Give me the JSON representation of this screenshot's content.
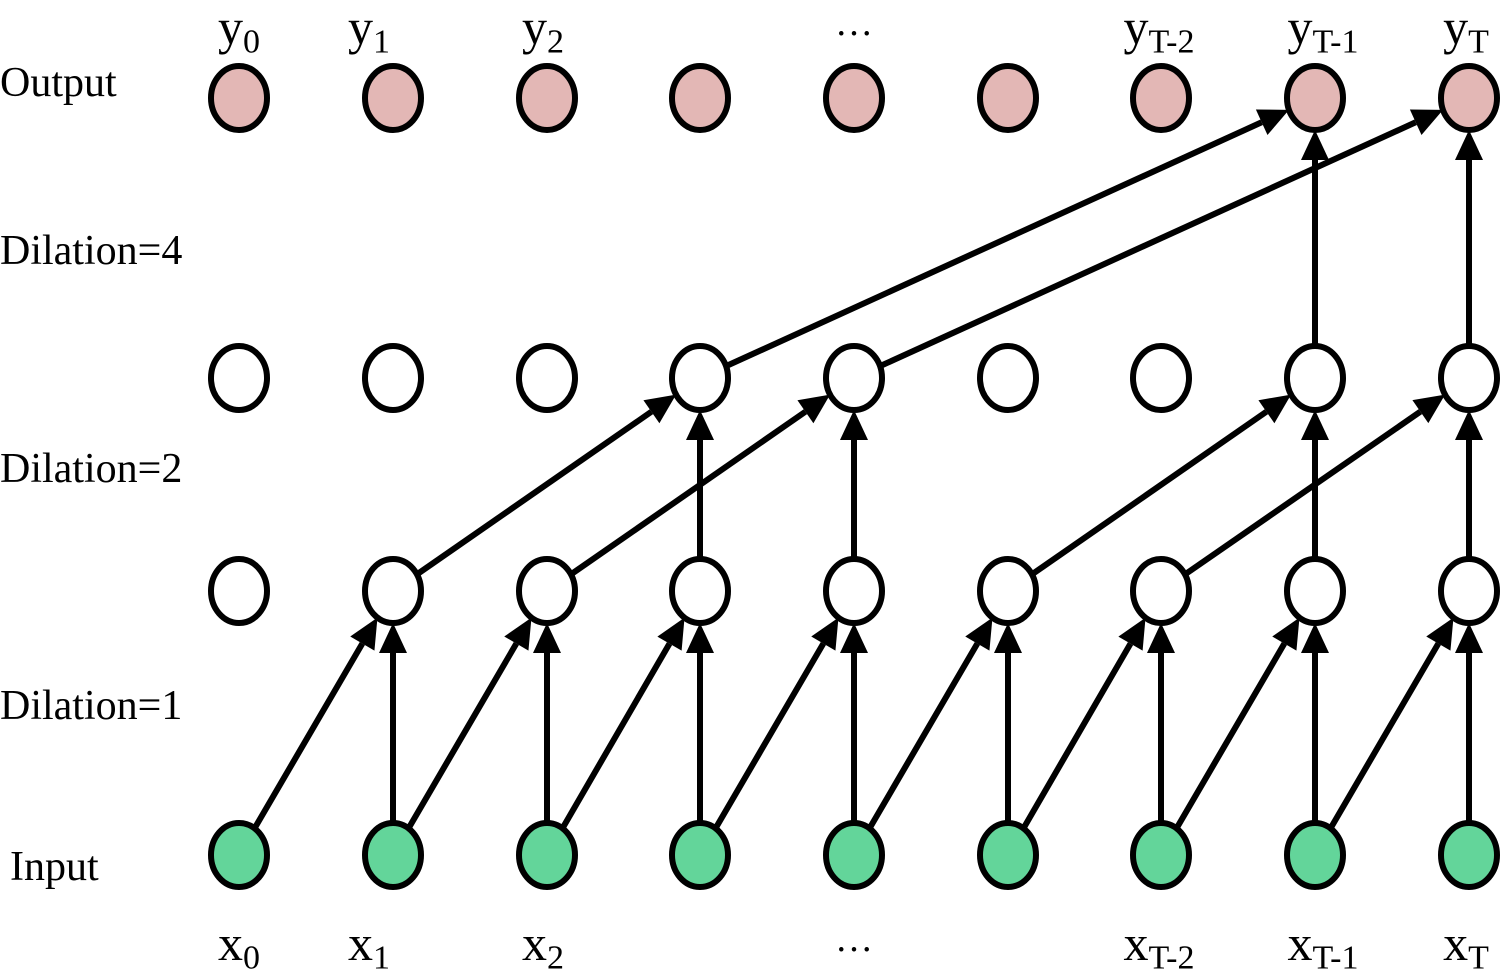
{
  "row_labels": {
    "output": "Output",
    "dilation4": "Dilation=4",
    "dilation2": "Dilation=2",
    "dilation1": "Dilation=1",
    "input": "Input"
  },
  "output_labels": [
    {
      "base": "y",
      "sub": "0"
    },
    {
      "base": "y",
      "sub": "1"
    },
    {
      "base": "y",
      "sub": "2"
    },
    {
      "base": "…",
      "sub": ""
    },
    {
      "base": "y",
      "sub": "T-2"
    },
    {
      "base": "y",
      "sub": "T-1"
    },
    {
      "base": "y",
      "sub": "T"
    }
  ],
  "input_labels": [
    {
      "base": "x",
      "sub": "0"
    },
    {
      "base": "x",
      "sub": "1"
    },
    {
      "base": "x",
      "sub": "2"
    },
    {
      "base": "…",
      "sub": ""
    },
    {
      "base": "x",
      "sub": "T-2"
    },
    {
      "base": "x",
      "sub": "T-1"
    },
    {
      "base": "x",
      "sub": "T"
    }
  ],
  "colors": {
    "output_fill": "#e3b7b5",
    "input_fill": "#63d59a",
    "hidden_fill": "#ffffff",
    "stroke": "#000000"
  },
  "diagram": {
    "columns": 9,
    "layers": [
      {
        "name": "input",
        "fill_key": "input_fill"
      },
      {
        "name": "hidden1",
        "fill_key": "hidden_fill",
        "dilation": 1
      },
      {
        "name": "hidden2",
        "fill_key": "hidden_fill",
        "dilation": 2
      },
      {
        "name": "output",
        "fill_key": "output_fill",
        "dilation": 4
      }
    ],
    "edges": [
      {
        "from": [
          0,
          0
        ],
        "to": [
          1,
          1
        ]
      },
      {
        "from": [
          0,
          1
        ],
        "to": [
          1,
          1
        ]
      },
      {
        "from": [
          0,
          1
        ],
        "to": [
          1,
          2
        ]
      },
      {
        "from": [
          0,
          2
        ],
        "to": [
          1,
          2
        ]
      },
      {
        "from": [
          0,
          2
        ],
        "to": [
          1,
          3
        ]
      },
      {
        "from": [
          0,
          3
        ],
        "to": [
          1,
          3
        ]
      },
      {
        "from": [
          0,
          3
        ],
        "to": [
          1,
          4
        ]
      },
      {
        "from": [
          0,
          4
        ],
        "to": [
          1,
          4
        ]
      },
      {
        "from": [
          0,
          4
        ],
        "to": [
          1,
          5
        ]
      },
      {
        "from": [
          0,
          5
        ],
        "to": [
          1,
          5
        ]
      },
      {
        "from": [
          0,
          5
        ],
        "to": [
          1,
          6
        ]
      },
      {
        "from": [
          0,
          6
        ],
        "to": [
          1,
          6
        ]
      },
      {
        "from": [
          0,
          6
        ],
        "to": [
          1,
          7
        ]
      },
      {
        "from": [
          0,
          7
        ],
        "to": [
          1,
          7
        ]
      },
      {
        "from": [
          0,
          7
        ],
        "to": [
          1,
          8
        ]
      },
      {
        "from": [
          0,
          8
        ],
        "to": [
          1,
          8
        ]
      },
      {
        "from": [
          1,
          1
        ],
        "to": [
          2,
          3
        ]
      },
      {
        "from": [
          1,
          3
        ],
        "to": [
          2,
          3
        ]
      },
      {
        "from": [
          1,
          2
        ],
        "to": [
          2,
          4
        ]
      },
      {
        "from": [
          1,
          4
        ],
        "to": [
          2,
          4
        ]
      },
      {
        "from": [
          1,
          5
        ],
        "to": [
          2,
          7
        ]
      },
      {
        "from": [
          1,
          7
        ],
        "to": [
          2,
          7
        ]
      },
      {
        "from": [
          1,
          6
        ],
        "to": [
          2,
          8
        ]
      },
      {
        "from": [
          1,
          8
        ],
        "to": [
          2,
          8
        ]
      },
      {
        "from": [
          2,
          3
        ],
        "to": [
          3,
          7
        ]
      },
      {
        "from": [
          2,
          7
        ],
        "to": [
          3,
          7
        ]
      },
      {
        "from": [
          2,
          4
        ],
        "to": [
          3,
          8
        ]
      },
      {
        "from": [
          2,
          8
        ],
        "to": [
          3,
          8
        ]
      }
    ]
  }
}
